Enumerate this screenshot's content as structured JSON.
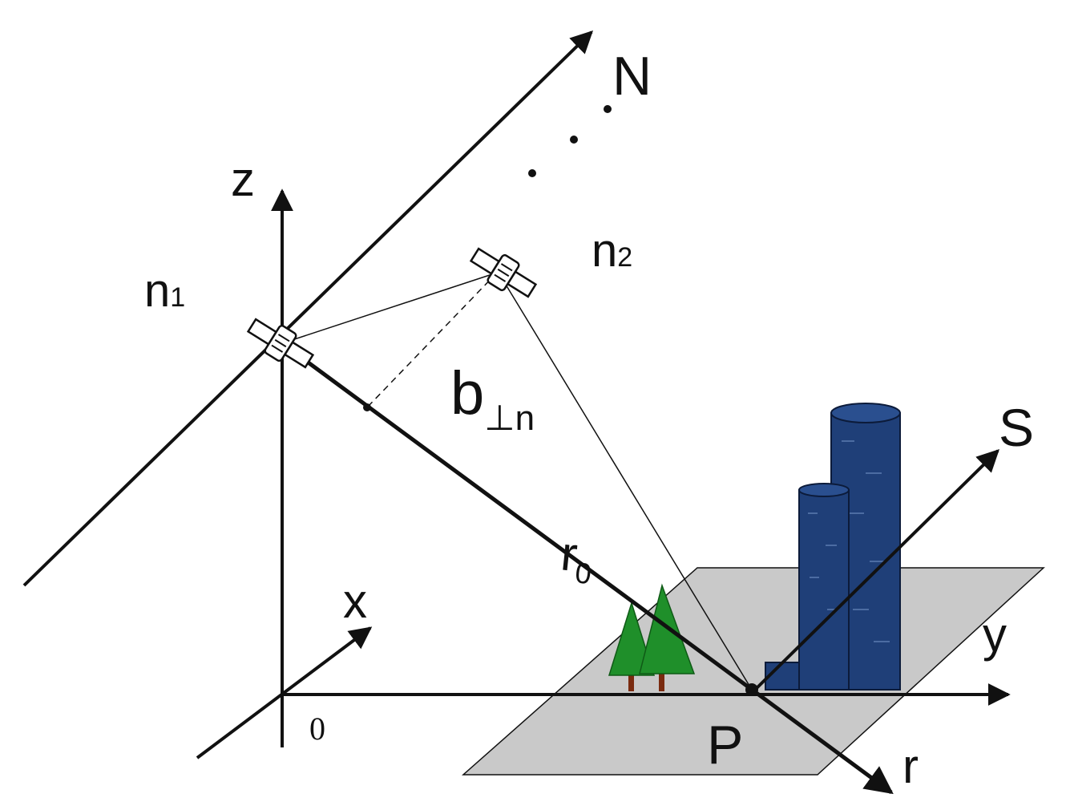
{
  "labels": {
    "z": "z",
    "x": "x",
    "y": "y",
    "origin": "0",
    "n1": "n",
    "n1_sub": "1",
    "n2": "n",
    "n2_sub": "2",
    "N": "N",
    "b": "b",
    "b_sub": "⊥n",
    "r0": "r",
    "r0_sub": "0",
    "S": "S",
    "P": "P",
    "r": "r"
  },
  "colors": {
    "ground_plane": "#c9c9c9",
    "building": "#1f3f78",
    "tree": "#1f8f2a",
    "trunk": "#7a2b10",
    "line": "#111111"
  }
}
